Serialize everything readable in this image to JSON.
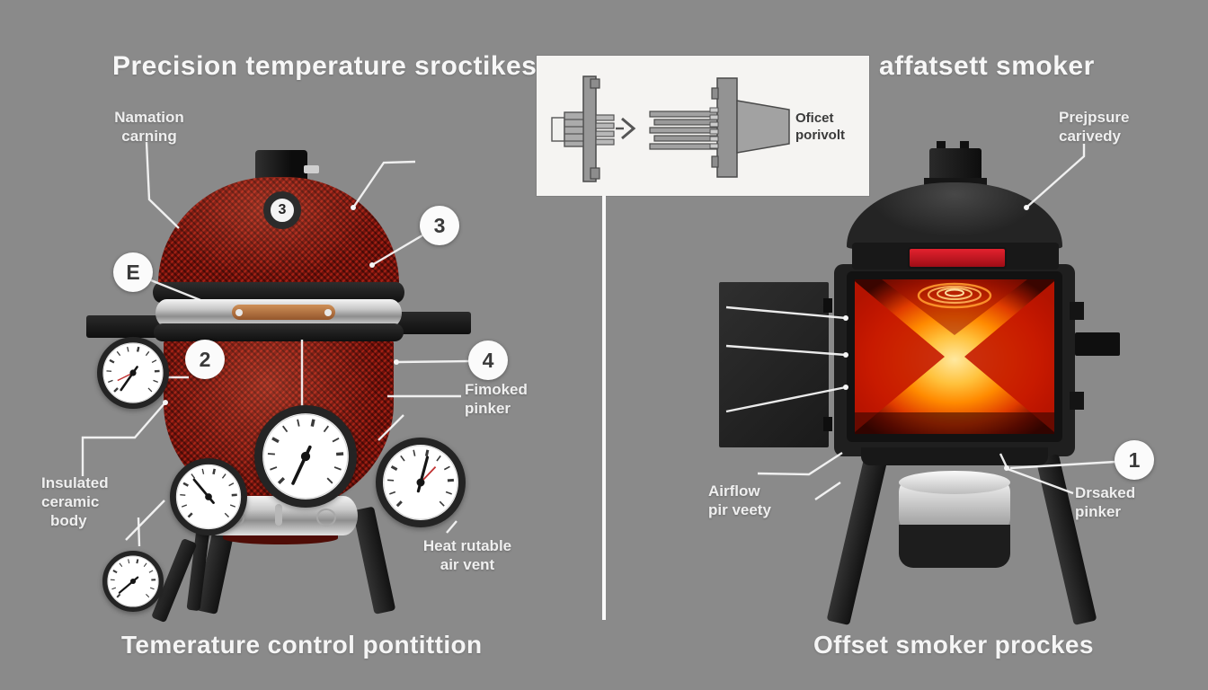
{
  "colors": {
    "background": "#8a8a8a",
    "kamado_red": "#a02014",
    "fire_glow": "#ff8a00",
    "lid_strip_red": "#c41622",
    "chrome": "#cfcfcf",
    "inset_panel": "#f5f4f2",
    "text": "#f2f2f2"
  },
  "left": {
    "title": "Precision temperature sroctikes",
    "caption": "Temerature control pontittion",
    "labels": {
      "namation": [
        "Namation",
        "carning"
      ],
      "insulated": [
        "Insulated",
        "ceramic",
        "body"
      ],
      "fimoked": [
        "Fimoked",
        "pinker"
      ],
      "heat_vent": [
        "Heat rutable",
        "air vent"
      ]
    },
    "callouts": {
      "e": "E",
      "two": "2",
      "three": "3",
      "four": "4"
    },
    "dome_badge": "3"
  },
  "inset": {
    "label": [
      "Oficet",
      "porivolt"
    ]
  },
  "right": {
    "title": "affatsett smoker",
    "caption": "Offset smoker prockes",
    "labels": {
      "pressure": [
        "Prejpsure",
        "carivedy"
      ],
      "airflow": [
        "Airflow",
        "pir veety"
      ],
      "drsaked": [
        "Drsaked",
        "pinker"
      ]
    },
    "callouts": {
      "one": "1"
    }
  }
}
